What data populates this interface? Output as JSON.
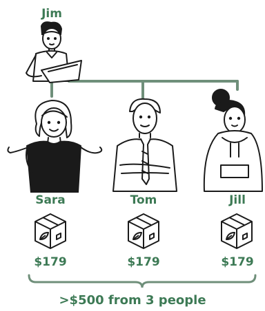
{
  "manager": {
    "name": "Jim"
  },
  "people": [
    {
      "name": "Sara",
      "price": "$179"
    },
    {
      "name": "Tom",
      "price": "$179"
    },
    {
      "name": "Jill",
      "price": "$179"
    }
  ],
  "summary": ">$500 from 3 people",
  "colors": {
    "accent": "#3d7a55",
    "line": "#6f8f7a",
    "ink": "#1a1a1a"
  },
  "icons": [
    "package-icon",
    "leaf-icon"
  ]
}
